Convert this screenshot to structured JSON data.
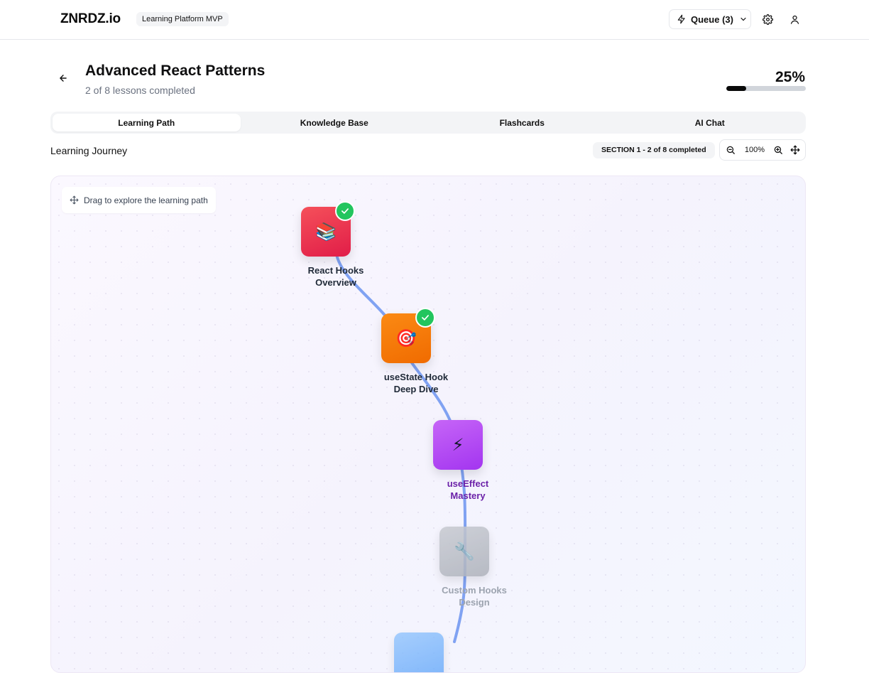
{
  "app": {
    "brand": "ZNRDZ.io",
    "badge": "Learning Platform MVP"
  },
  "header": {
    "queue_label": "Queue (3)",
    "icons": [
      "lightning-icon",
      "chevron-down-icon",
      "gear-icon",
      "user-icon"
    ]
  },
  "course": {
    "title": "Advanced React Patterns",
    "subtitle": "2 of 8 lessons completed",
    "progress_text": "25%",
    "progress_value": 0.25
  },
  "tabs": [
    {
      "label": "Learning Path",
      "active": true
    },
    {
      "label": "Knowledge Base",
      "active": false
    },
    {
      "label": "Flashcards",
      "active": false
    },
    {
      "label": "AI Chat",
      "active": false
    }
  ],
  "journey": {
    "label": "Learning Journey",
    "section_chip": "SECTION 1 - 2 of 8 completed",
    "zoom_level": "100%"
  },
  "canvas": {
    "hint": "Drag to explore the learning path",
    "path_color": "#6b93f0",
    "nodes": [
      {
        "title_line1": "React Hooks",
        "title_line2": "Overview",
        "icon": "books-icon",
        "glyph": "📚",
        "status": "completed"
      },
      {
        "title_line1": "useState Hook",
        "title_line2": "Deep Dive",
        "icon": "target-icon",
        "glyph": "🎯",
        "status": "completed"
      },
      {
        "title_line1": "useEffect",
        "title_line2": "Mastery",
        "icon": "lightning-icon",
        "glyph": "⚡",
        "status": "current"
      },
      {
        "title_line1": "Custom Hooks",
        "title_line2": "Design",
        "icon": "wrench-icon",
        "glyph": "🔧",
        "status": "locked"
      },
      {
        "status": "partially-visible"
      }
    ]
  },
  "colors": {
    "completed": "#22c55e",
    "node_red": "#e11d48",
    "node_orange": "#f06b00",
    "node_purple": "#a335f0",
    "node_locked": "#adb1ba",
    "current_label": "#6b21a8"
  }
}
